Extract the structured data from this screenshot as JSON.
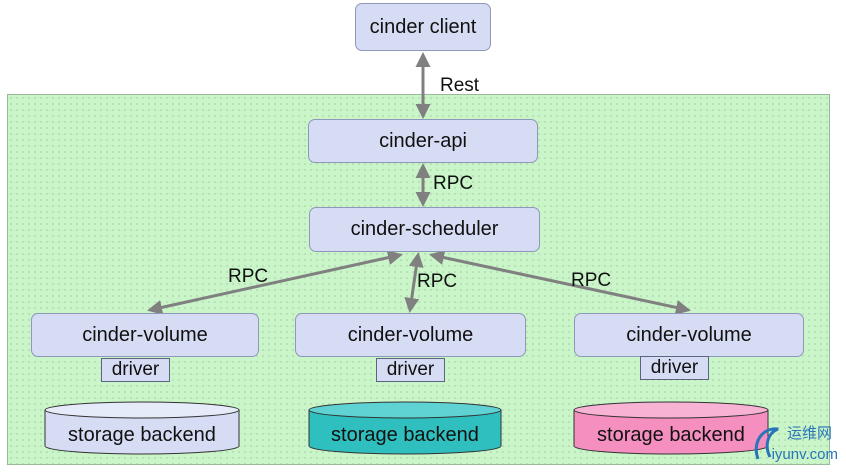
{
  "nodes": {
    "client": "cinder client",
    "api": "cinder-api",
    "scheduler": "cinder-scheduler",
    "volumes": [
      "cinder-volume",
      "cinder-volume",
      "cinder-volume"
    ],
    "drivers": [
      "driver",
      "driver",
      "driver"
    ],
    "backends": [
      "storage backend",
      "storage backend",
      "storage backend"
    ]
  },
  "edges": {
    "client_api": "Rest",
    "api_scheduler": "RPC",
    "scheduler_volume_left": "RPC",
    "scheduler_volume_middle": "RPC",
    "scheduler_volume_right": "RPC"
  },
  "colors": {
    "region": "#c9f5c9",
    "box": "#d6dcf4",
    "arrow": "#808080",
    "backend_left": "#d6dcf4",
    "backend_middle": "#2fbfbf",
    "backend_right": "#f48fbf"
  },
  "watermark": {
    "top": "运维网",
    "bottom": "iyunv.com"
  }
}
